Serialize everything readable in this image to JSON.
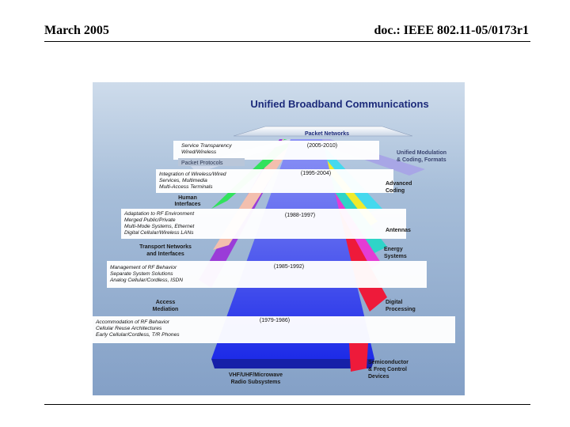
{
  "header": {
    "left": "March 2005",
    "right": "doc.: IEEE 802.11-05/0173r1"
  },
  "figure": {
    "title": "Unified Broadband Communications",
    "top_label": "Packet Networks",
    "left_labels": {
      "packet_protocols": "Packet Protocols",
      "human_interfaces": [
        "Human",
        "Interfaces"
      ],
      "transport": [
        "Transport Networks",
        "and Interfaces"
      ],
      "access": [
        "Access",
        "Mediation"
      ],
      "radio": [
        "VHF/UHF/Microwave",
        "Radio Subsystems"
      ]
    },
    "right_labels": {
      "unified_modulation": [
        "Unified Modulation",
        "& Coding, Formats"
      ],
      "advanced_coding": [
        "Advanced",
        "Coding"
      ],
      "antennas": "Antennas",
      "energy": [
        "Energy",
        "Systems"
      ],
      "digital": [
        "Digital",
        "Processing"
      ],
      "semiconductor": [
        "Semiconductor",
        "& Freq Control",
        "Devices"
      ]
    },
    "bands": [
      {
        "lines": [
          "Service Transparency",
          "Wired/Wireless"
        ],
        "years": "(2005-2010)"
      },
      {
        "lines": [
          "Integration of Wireless/Wired",
          "Services, Multimedia",
          "Multi-Access Terminals"
        ],
        "years": "(1995-2004)"
      },
      {
        "lines": [
          "Adaptation to RF Environment",
          "Merged Public/Private",
          "Multi-Mode Systems, Ethernet",
          "Digital Cellular/Wireless LANs"
        ],
        "years": "(1988-1997)"
      },
      {
        "lines": [
          "Management of RF Behavior",
          "Separate System Solutions",
          "Analog Cellular/Cordless, ISDN"
        ],
        "years": "(1985-1992)"
      },
      {
        "lines": [
          "Accommodation of RF Behavior",
          "Cellular Reuse Architectures",
          "Early Cellular/Cordless, T/R Phones"
        ],
        "years": "(1979-1986)"
      }
    ],
    "colors": {
      "background": "#9fb7d4",
      "title": "#1c2a7a",
      "blue": "#2d3df0",
      "purple": "#9a3cd8",
      "pink": "#f3bfae",
      "green": "#31e25c",
      "teal": "#2fd4c8",
      "red": "#ee1a3a",
      "magenta": "#e43cd4",
      "yellow": "#f1ea2c",
      "lavender": "#a8a6e6",
      "cyan": "#44d9ee"
    }
  }
}
